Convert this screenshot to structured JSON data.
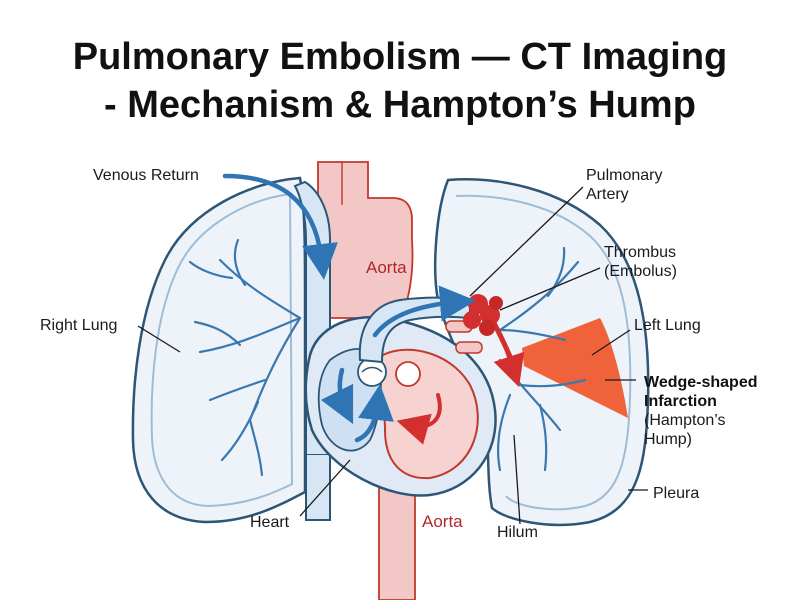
{
  "title": {
    "line1": "Pulmonary Embolism — CT Imaging",
    "line2": "- Mechanism & Hampton’s Hump"
  },
  "labels": {
    "venous_return": "Venous Return",
    "pulmonary_artery_1": "Pulmonary",
    "pulmonary_artery_2": "Artery",
    "thrombus_1": "Thrombus",
    "thrombus_2": "(Embolus)",
    "right_lung": "Right Lung",
    "left_lung": "Left Lung",
    "wedge_1": "Wedge-shaped",
    "wedge_2": "Infarction",
    "wedge_3": "(Hampton’s",
    "wedge_4": "Hump)",
    "aorta_top": "Aorta",
    "aorta_bottom": "Aorta",
    "heart": "Heart",
    "hilum": "Hilum",
    "pleura": "Pleura"
  },
  "colors": {
    "lung_fill": "#edf3f9",
    "lung_outline": "#2d5676",
    "vessel_blue": "#2f74b5",
    "artery_pink": "#f2c6c4",
    "artery_red": "#d32f2f",
    "infarct_orange": "#ef5a2f",
    "title_text": "#111111"
  }
}
